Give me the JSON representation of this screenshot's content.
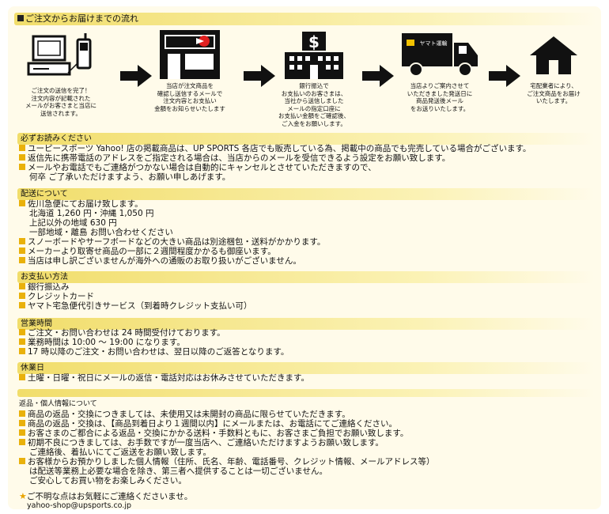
{
  "flow": {
    "header": "ご注文からお届けまでの流れ",
    "steps": [
      {
        "icon": "computer-phone-icon",
        "lines": [
          "ご注文の送信を完了！",
          "注文内容が記載された",
          "メールがお客さまと当店に",
          "送信されます。"
        ]
      },
      {
        "icon": "store-icon",
        "lines": [
          "当店が注文商品を",
          "確認し送信するメールで",
          "注文内容とお支払い",
          "金額をお知らせいたします"
        ]
      },
      {
        "icon": "bank-icon",
        "lines": [
          "銀行振込で",
          "お支払いのお客さまは、",
          "当社から送信しました",
          "メールの指定口座に",
          "お支払い金額をご確認後、",
          "ご入金をお願いします。"
        ]
      },
      {
        "icon": "delivery-truck-icon",
        "truck_label": "ヤマト運輸",
        "lines": [
          "当店よりご案内させて",
          "いただきました発送日に",
          "商品発送後メール",
          "をお送りいたします。"
        ]
      },
      {
        "icon": "house-icon",
        "lines": [
          "宅配業者により、",
          "ご注文商品をお届け",
          "いたします。"
        ]
      }
    ]
  },
  "sections": [
    {
      "title": "必ずお読みください",
      "rows": [
        {
          "b": true,
          "t": "ユーピースポーツ Yahoo! 店の掲載商品は、UP SPORTS 各店でも販売している為、掲載中の商品でも完売している場合がございます。"
        },
        {
          "b": true,
          "t": "返信先に携帯電話のアドレスをご指定される場合は、当店からのメールを受信できるよう設定をお願い致します。"
        },
        {
          "b": true,
          "t": "メールやお電話でもご連絡がつかない場合は自動的にキャンセルとさせていただきますので、"
        },
        {
          "b": false,
          "t": "何卒 ご了承いただけますよう、お願い申しあげます。"
        }
      ]
    },
    {
      "title": "配送について",
      "rows": [
        {
          "b": true,
          "t": "佐川急便にてお届け致します。"
        },
        {
          "b": false,
          "t": "北海道 1,260 円・沖縄 1,050 円"
        },
        {
          "b": false,
          "t": "上記以外の地域 630 円"
        },
        {
          "b": false,
          "t": "一部地域・離島 お問い合わせください"
        },
        {
          "b": true,
          "t": "スノーボードやサーフボードなどの大きい商品は別途梱包・送料がかかります。"
        },
        {
          "b": true,
          "t": "メーカーより取寄せ商品の一部に２週間程度かかるも御座います。"
        },
        {
          "b": true,
          "t": "当店は申し訳ございませんが海外への通販のお取り扱いがございません。"
        }
      ]
    },
    {
      "title": "お支払い方法",
      "rows": [
        {
          "b": true,
          "t": "銀行振込み"
        },
        {
          "b": true,
          "t": "クレジットカード"
        },
        {
          "b": true,
          "t": "ヤマト宅急便代引きサービス（到着時クレジット支払い可）"
        }
      ]
    },
    {
      "title": "営業時間",
      "rows": [
        {
          "b": true,
          "t": "ご注文・お問い合わせは 24 時間受付けております。"
        },
        {
          "b": true,
          "t": "業務時間は 10:00 ～ 19:00 になります。"
        },
        {
          "b": true,
          "t": "17 時以降のご注文・お問い合わせは、翌日以降のご返答となります。"
        }
      ]
    },
    {
      "title": "休業日",
      "rows": [
        {
          "b": true,
          "t": "土曜・日曜・祝日にメールの返信・電話対応はお休みさせていただきます。"
        }
      ]
    },
    {
      "title": "返品・個人情報について",
      "rows": [
        {
          "b": true,
          "t": "商品の返品・交換につきましては、未使用又は未開封の商品に限らせていただきます。"
        },
        {
          "b": true,
          "t": "商品の返品・交換は、【商品到着日より１週間以内】にメールまたは、お電話にてご連絡ください。"
        },
        {
          "b": true,
          "t": "お客さまのご都合による返品・交換にかかる送料・手数料ともに、お客さまご負担でお願い致します。"
        },
        {
          "b": true,
          "t": "初期不良につきましては、お手数ですが一度当店へ、ご連絡いただけますようお願い致します。"
        },
        {
          "b": false,
          "t": "ご連絡後、着払いにてご返送をお願い致します。"
        },
        {
          "b": true,
          "t": "お客様からお預かりしました個人情報（住所、氏名、年齢、電話番号、クレジット情報、メールアドレス等）"
        },
        {
          "b": false,
          "t": "は配送等業務上必要な場合を除き、第三者へ提供することは一切ございません。"
        },
        {
          "b": false,
          "t": "ご安心してお買い物をお楽しみください。"
        }
      ]
    }
  ],
  "footer": {
    "star": "★",
    "note": "ご不明な点はお気軽にご連絡くださいませ。",
    "email": "yahoo-shop@upsports.co.jp"
  },
  "colors": {
    "header": "#f1dd6a",
    "bullet": "#e9b10b",
    "panel": "#fffbea"
  }
}
